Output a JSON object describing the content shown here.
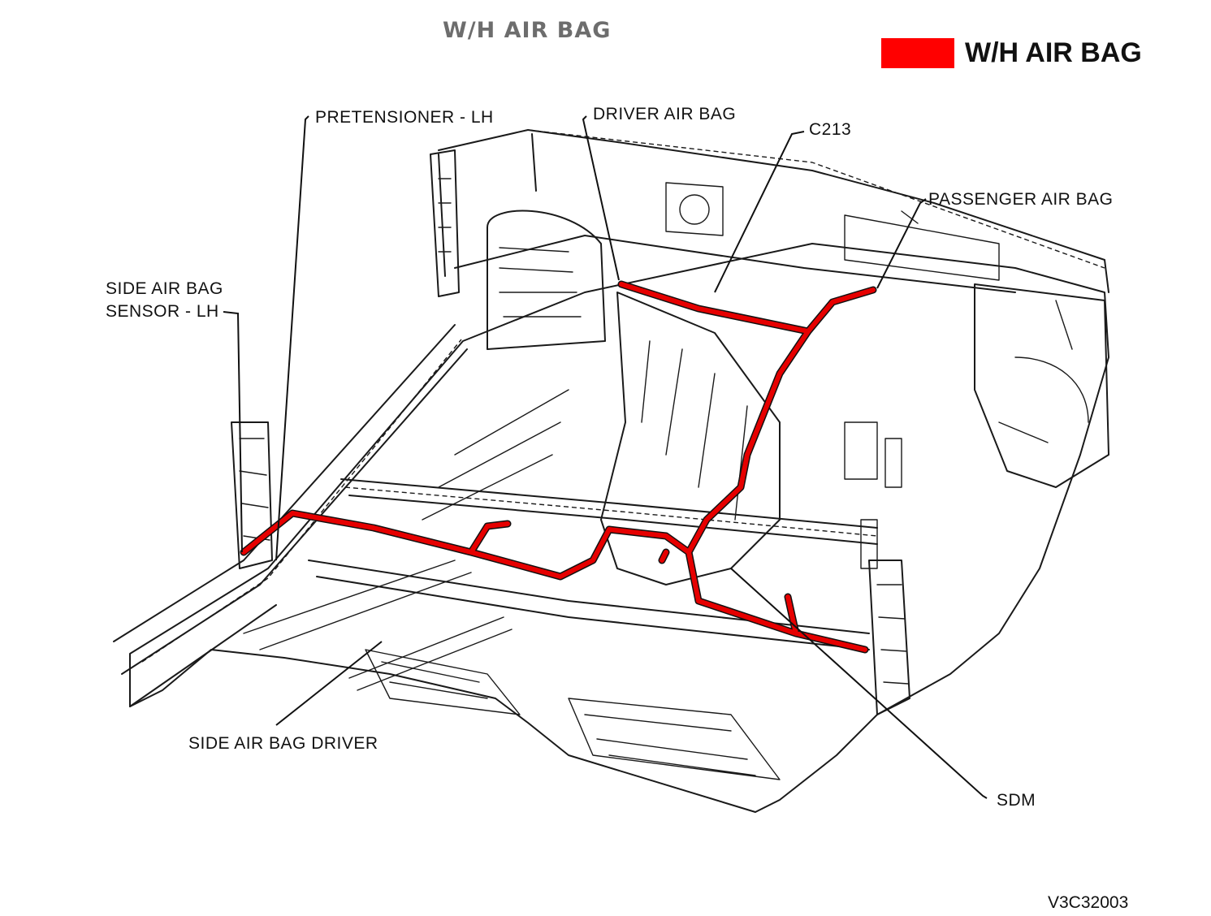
{
  "title": "W/H AIR BAG",
  "legend": {
    "label": "W/H AIR BAG",
    "swatch_color": "#ff0000"
  },
  "harness_color": "#e60000",
  "callouts": {
    "pretensioner_lh": "PRETENSIONER - LH",
    "driver_air_bag": "DRIVER AIR BAG",
    "c213": "C213",
    "passenger_air_bag": "PASSENGER AIR BAG",
    "side_sensor_line1": "SIDE AIR BAG",
    "side_sensor_line2": "SENSOR - LH",
    "side_air_bag_driver": "SIDE AIR BAG DRIVER",
    "sdm": "SDM"
  },
  "figure_code": "V3C32003"
}
